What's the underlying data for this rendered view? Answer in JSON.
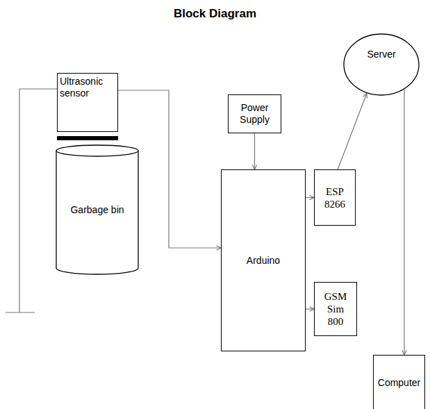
{
  "diagram": {
    "title": "Block Diagram",
    "nodes": [
      {
        "text": [
          "Ultrasonic sensor"
        ]
      },
      {
        "text": [
          "Garbage bin"
        ]
      },
      {
        "text": [
          "Power Supply"
        ]
      },
      {
        "text": [
          "Server"
        ]
      },
      {
        "text": [
          "Arduino"
        ]
      },
      {
        "text": [
          "ESP 8266"
        ]
      },
      {
        "text": [
          "GSM Sim 800"
        ]
      },
      {
        "text": [
          "Computer"
        ]
      }
    ],
    "edges": [
      {
        "from": 0,
        "to": 4,
        "arrow": "to"
      },
      {
        "from": 2,
        "to": 4,
        "arrow": "to"
      },
      {
        "from": 4,
        "to": 5,
        "arrow": "to"
      },
      {
        "from": 4,
        "to": 6,
        "arrow": "to"
      },
      {
        "from": 5,
        "to": 3,
        "arrow": "to"
      },
      {
        "from": 3,
        "to": 7,
        "arrow": "to"
      }
    ]
  }
}
